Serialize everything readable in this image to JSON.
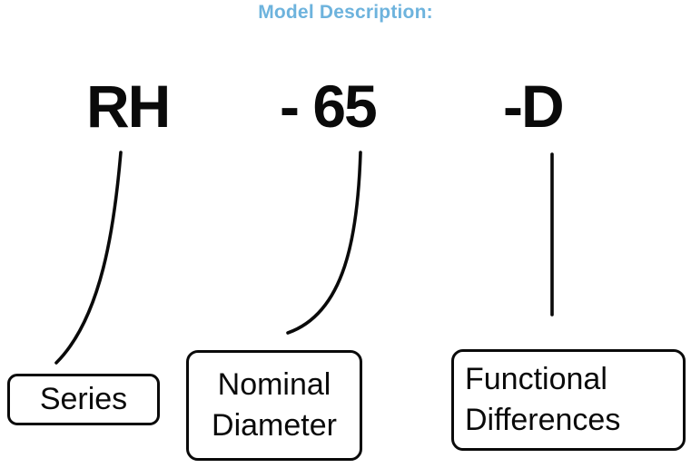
{
  "title": "Model Description:",
  "colors": {
    "title": "#6db3dd",
    "ink": "#0a0a0a"
  },
  "segments": [
    {
      "code": "RH",
      "meaning": "Series",
      "label_lines": [
        "Series"
      ]
    },
    {
      "code": "- 65",
      "meaning": "Nominal Diameter",
      "label_lines": [
        "Nominal",
        "Diameter"
      ]
    },
    {
      "code": "-D",
      "meaning": "Functional Differences",
      "label_lines": [
        "Functional",
        "Differences"
      ]
    }
  ]
}
